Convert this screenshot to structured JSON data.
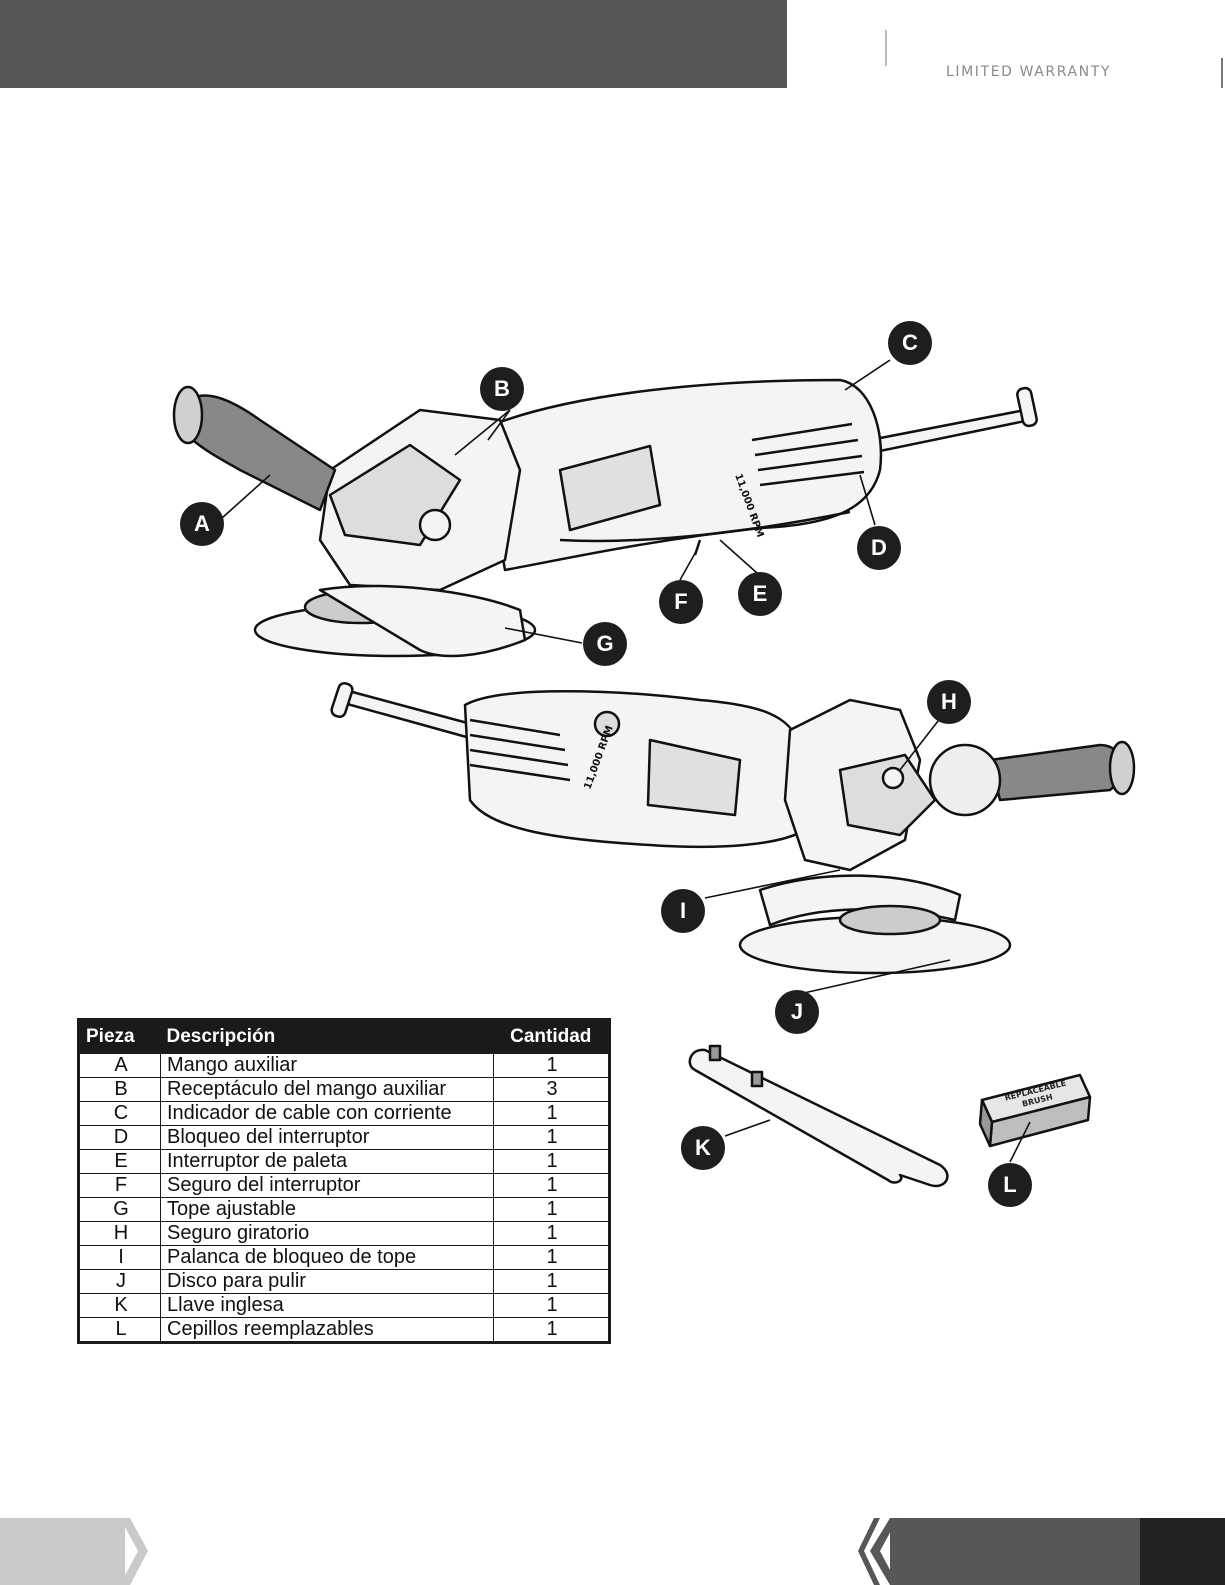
{
  "header": {
    "title": "LIMITED WARRANTY"
  },
  "callouts": [
    "A",
    "B",
    "C",
    "D",
    "E",
    "F",
    "G",
    "H",
    "I",
    "J",
    "K",
    "L"
  ],
  "brush_label": [
    "REPLACEABLE",
    "BRUSH"
  ],
  "rpm_label": "11,000 RPM",
  "table": {
    "headers": [
      "Pieza",
      "Descripción",
      "Cantidad"
    ],
    "rows": [
      {
        "pieza": "A",
        "descripcion": "Mango auxiliar",
        "cantidad": "1"
      },
      {
        "pieza": "B",
        "descripcion": "Receptáculo del mango auxiliar",
        "cantidad": "3"
      },
      {
        "pieza": "C",
        "descripcion": "Indicador de cable con corriente",
        "cantidad": "1"
      },
      {
        "pieza": "D",
        "descripcion": "Bloqueo del interruptor",
        "cantidad": "1"
      },
      {
        "pieza": "E",
        "descripcion": "Interruptor de paleta",
        "cantidad": "1"
      },
      {
        "pieza": "F",
        "descripcion": "Seguro del interruptor",
        "cantidad": "1"
      },
      {
        "pieza": "G",
        "descripcion": "Tope ajustable",
        "cantidad": "1"
      },
      {
        "pieza": "H",
        "descripcion": "Seguro giratorio",
        "cantidad": "1"
      },
      {
        "pieza": "I",
        "descripcion": "Palanca de bloqueo de tope",
        "cantidad": "1"
      },
      {
        "pieza": "J",
        "descripcion": "Disco para pulir",
        "cantidad": "1"
      },
      {
        "pieza": "K",
        "descripcion": "Llave inglesa",
        "cantidad": "1"
      },
      {
        "pieza": "L",
        "descripcion": "Cepillos reemplazables",
        "cantidad": "1"
      }
    ]
  }
}
